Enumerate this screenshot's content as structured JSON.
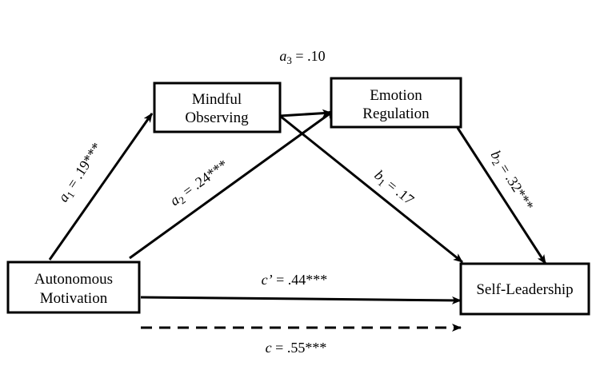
{
  "nodes": {
    "mindful_observing": {
      "line1": "Mindful",
      "line2": "Observing"
    },
    "emotion_regulation": {
      "line1": "Emotion",
      "line2": "Regulation"
    },
    "autonomous_motivation": {
      "line1": "Autonomous",
      "line2": "Motivation"
    },
    "self_leadership": {
      "line1": "Self-Leadership"
    }
  },
  "paths": {
    "a1": {
      "symbol": "a",
      "sub": "1",
      "value": " = .19***"
    },
    "a2": {
      "symbol": "a",
      "sub": "2",
      "value": " = .24***"
    },
    "a3": {
      "symbol": "a",
      "sub": "3",
      "value": " = .10"
    },
    "b1": {
      "symbol": "b",
      "sub": "1",
      "value": " = .17"
    },
    "b2": {
      "symbol": "b",
      "sub": "2",
      "value": " = .32***"
    },
    "c_prime": {
      "symbol": "c’",
      "value": " = .44***"
    },
    "c": {
      "symbol": "c",
      "value": " = .55***"
    }
  }
}
